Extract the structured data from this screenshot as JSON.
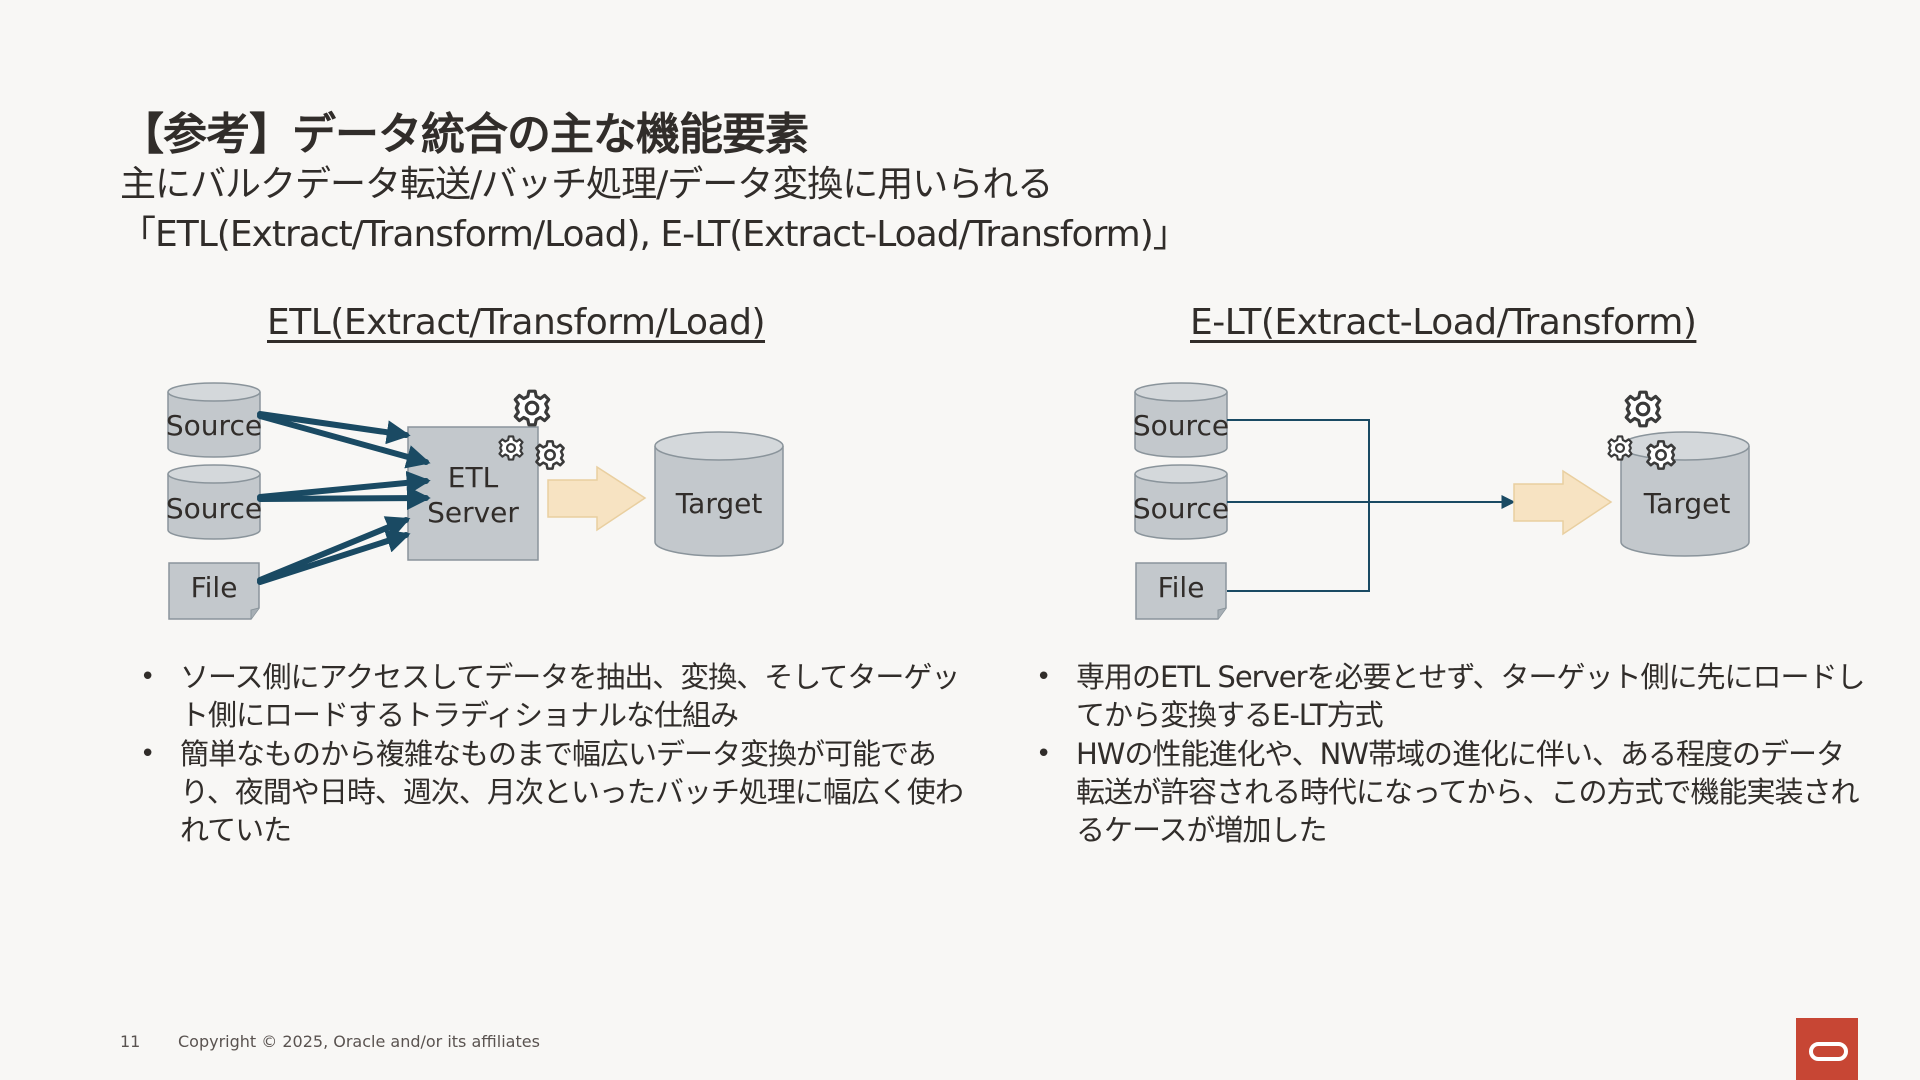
{
  "header": {
    "title": "【参考】データ統合の主な機能要素",
    "subtitle_line1": "主にバルクデータ転送/バッチ処理/データ変換に用いられる",
    "subtitle_line2": "「ETL(Extract/Transform/Load), E-LT(Extract-Load/Transform)」"
  },
  "etl": {
    "heading": "ETL(Extract/Transform/Load)",
    "source1": "Source",
    "source2": "Source",
    "file": "File",
    "server_line1": "ETL",
    "server_line2": "Server",
    "target": "Target",
    "bullets": [
      "ソース側にアクセスしてデータを抽出、変換、そしてターゲット側にロードするトラディショナルな仕組み",
      "簡単なものから複雑なものまで幅広いデータ変換が可能であり、夜間や日時、週次、月次といったバッチ処理に幅広く使われていた"
    ]
  },
  "elt": {
    "heading": "E-LT(Extract-Load/Transform)",
    "source1": "Source",
    "source2": "Source",
    "file": "File",
    "target": "Target",
    "bullets": [
      "専用のETL Serverを必要とせず、ターゲット側に先にロードしてから変換するE-LT方式",
      "HWの性能進化や、NW帯域の進化に伴い、ある程度のデータ転送が許容される時代になってから、この方式で機能実装されるケースが増加した"
    ]
  },
  "footer": {
    "page_number": "11",
    "copyright": "Copyright © 2025, Oracle and/or its affiliates"
  },
  "colors": {
    "cylinder": "#c3c8cc",
    "arrow_dark": "#1a4a63",
    "block_arrow": "#f7e3c2",
    "brand": "#c74634"
  }
}
